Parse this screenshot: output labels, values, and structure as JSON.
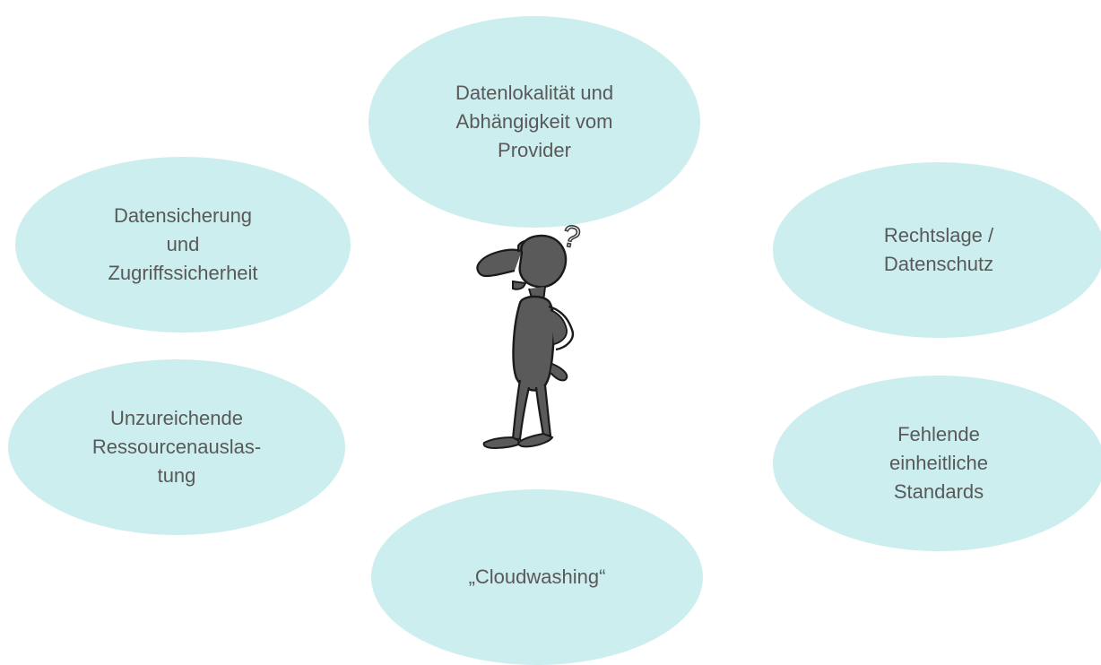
{
  "diagram": {
    "fill_color": "#cdeeee",
    "text_color": "#595959",
    "bubbles": {
      "top": {
        "lines": [
          "Datenlokalität und",
          "Abhängigkeit vom",
          "Provider"
        ]
      },
      "upper_left": {
        "lines": [
          "Datensicherung",
          "und",
          "Zugriffssicherheit"
        ]
      },
      "upper_right": {
        "lines": [
          "Rechtslage /",
          "Datenschutz"
        ]
      },
      "lower_left": {
        "lines": [
          "Unzureichende",
          "Ressourcenauslas-",
          "tung"
        ]
      },
      "lower_right": {
        "lines": [
          "Fehlende",
          "einheitliche",
          "Standards"
        ]
      },
      "bottom": {
        "lines": [
          "„Cloudwashing“"
        ]
      }
    },
    "center_figure": {
      "icon": "thinking-person-icon",
      "glyph": "?"
    }
  }
}
